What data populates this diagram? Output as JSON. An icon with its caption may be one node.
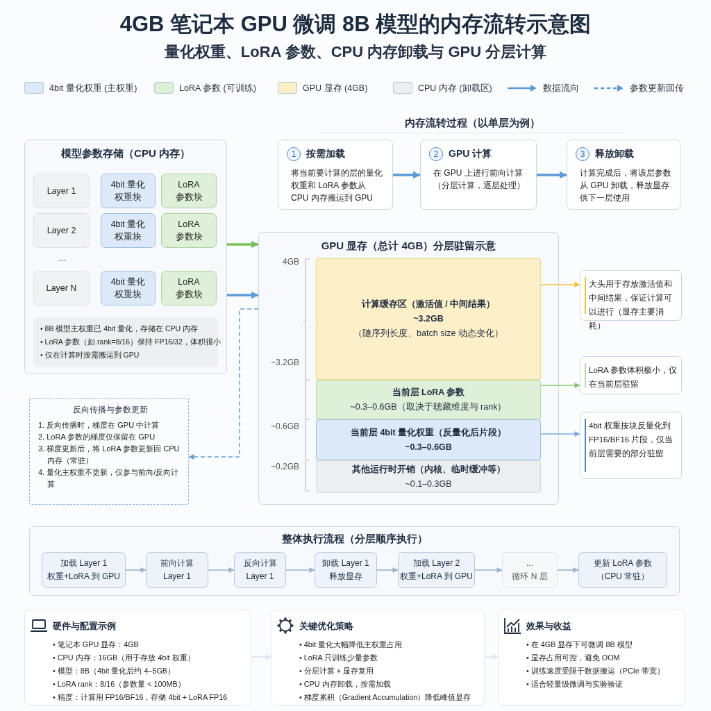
{
  "diagram": {
    "title": "4GB 笔记本 GPU 微调 8B 模型的内存流转示意图",
    "nodes": [
      {
        "text": [
          "模型参数存储（CPU 内存）"
        ]
      },
      {
        "text": [
          "Layer 1"
        ],
        "in": 0
      },
      {
        "text": [
          "4bit 量化权重块"
        ],
        "in": 0
      },
      {
        "text": [
          "LoRA 参数块"
        ],
        "in": 0
      },
      {
        "text": [
          "Layer 2"
        ],
        "in": 0
      },
      {
        "text": [
          "4bit 量化权重块"
        ],
        "in": 0
      },
      {
        "text": [
          "LoRA 参数块"
        ],
        "in": 0
      },
      {
        "text": [
          "Layer N"
        ],
        "in": 0
      },
      {
        "text": [
          "4bit 量化权重块"
        ],
        "in": 0
      },
      {
        "text": [
          "LoRA 参数块"
        ],
        "in": 0
      },
      {
        "text": [
          "• 8B 模型主权重已 4bit 量化，存储在 CPU 内存",
          "• LoRA 参数（如 rank=8/16）保持 FP16/32，体积很小",
          "• 仅在计算时按需搬运到 GPU"
        ],
        "in": 0
      },
      {
        "text": [
          "反向传播与参数更新",
          "1. 反向传播时，梯度在 GPU 中计算",
          "2. LoRA 参数的梯度仅保留在 GPU",
          "3. 梯度更新后，将 LoRA 参数更新回 CPU 内存（常驻）",
          "4. 量化主权重不更新，仅参与前向/反向计算"
        ]
      },
      {
        "text": [
          "1",
          "按需加载",
          "将当前要计算的层的量化权重和 LoRA 参数从 CPU 内存搬运到 GPU"
        ]
      },
      {
        "text": [
          "2",
          "GPU 计算",
          "在 GPU 上进行前向计算（分层计算，逐层处理）"
        ]
      },
      {
        "text": [
          "3",
          "释放卸载",
          "计算完成后，将该层参数从 GPU 卸载，释放显存供下一层使用"
        ]
      },
      {
        "text": [
          "GPU 显存（总计 4GB）分层驻留示意"
        ]
      },
      {
        "text": [
          "计算缓存区（激活值 / 中间结果）",
          "~3.2GB",
          "（随序列长度、batch size 动态变化）"
        ],
        "in": 15
      },
      {
        "text": [
          "当前层 LoRA 参数",
          "~0.3–0.6GB（取决于聴藏维度与 rank）"
        ],
        "in": 15
      },
      {
        "text": [
          "当前层 4bit 量化权重（反量化后片段）",
          "~0.3–0.6GB"
        ],
        "in": 15
      },
      {
        "text": [
          "其他运行时开销（内核、临时缓冲等）",
          "~0.1–0.3GB"
        ],
        "in": 15
      },
      {
        "text": [
          "大头用于存放激活值和中间结果，保证计算可以进行（显存主要消耗）"
        ]
      },
      {
        "text": [
          "LoRA 参数体积极小，仅在当前层驻留"
        ]
      },
      {
        "text": [
          "4bit 权重按块反量化到 FP16/BF16 片段，仅当前层需要的部分驻留"
        ]
      },
      {
        "text": [
          "整体执行流程（分层顺序执行）"
        ]
      },
      {
        "text": [
          "加载 Layer 1",
          "权重+LoRA 到 GPU"
        ],
        "in": 23
      },
      {
        "text": [
          "前向计算",
          "Layer 1"
        ],
        "in": 23
      },
      {
        "text": [
          "反向计算",
          "Layer 1"
        ],
        "in": 23
      },
      {
        "text": [
          "卸载 Layer 1",
          "释放显存"
        ],
        "in": 23
      },
      {
        "text": [
          "加载 Layer 2",
          "权重+LoRA 到 GPU"
        ],
        "in": 23
      },
      {
        "text": [
          "...",
          "循环 N 层"
        ],
        "in": 23
      },
      {
        "text": [
          "更新 LoRA 参数",
          "（CPU 常驻）"
        ],
        "in": 23
      },
      {
        "text": [
          "硬件与配置示例",
          "• 笔记本 GPU 显存：4GB",
          "• CPU 内存：16GB（用于存放 4bit 权重）",
          "• 模型：8B（4bit 量化后约 4–5GB）",
          "• LoRA rank：8/16（参数量 < 100MB）",
          "• 精度：计算用 FP16/BF16，存储 4bit + LoRA FP16"
        ]
      },
      {
        "text": [
          "关键优化策略",
          "• 4bit 量化大幅降低主权重占用",
          "• LoRA 只训练少量参数",
          "• 分层计算 + 显存复用",
          "• CPU 内存卸载，按需加载",
          "• 梯度累积（Gradient Accumulation）降低峰值显存"
        ]
      },
      {
        "text": [
          "效果与收益",
          "• 在 4GB 显存下可微调 8B 模型",
          "• 显存占用可控，避免 OOM",
          "• 训练速度受限于数据搬运（PCIe 带宽）",
          "• 适合轻量级微调与实验验证"
        ]
      }
    ],
    "edges": [
      {
        "from": 12,
        "to": 13,
        "arrow": "to",
        "style": "thick",
        "color": "#5b9bd5"
      },
      {
        "from": 13,
        "to": 14,
        "arrow": "to",
        "style": "thick",
        "color": "#5b9bd5"
      },
      {
        "from": 0,
        "to": 15,
        "arrow": "to",
        "style": "thick",
        "color": "#7cbf5f"
      },
      {
        "from": 0,
        "to": 15,
        "arrow": "to",
        "style": "thick",
        "color": "#5b9bd5"
      },
      {
        "from": 15,
        "to": 11,
        "arrow": "to",
        "style": "dashed",
        "color": "#6a9fd6"
      },
      {
        "from": 16,
        "to": 20,
        "arrow": "to",
        "color": "#f2c23c"
      },
      {
        "from": 17,
        "to": 21,
        "arrow": "to",
        "color": "#8cc474"
      },
      {
        "from": 18,
        "to": 22,
        "arrow": "to",
        "color": "#7aaad8"
      },
      {
        "from": 24,
        "to": 25,
        "arrow": "to"
      },
      {
        "from": 25,
        "to": 26,
        "arrow": "to"
      },
      {
        "from": 26,
        "to": 27,
        "arrow": "to"
      },
      {
        "from": 27,
        "to": 28,
        "arrow": "to"
      },
      {
        "from": 28,
        "to": 29,
        "arrow": "to"
      },
      {
        "from": 29,
        "to": 30,
        "arrow": "to"
      },
      {
        "from": 31,
        "to": 32,
        "arrow": "to",
        "color": "#dde5ee"
      },
      {
        "from": 32,
        "to": 33,
        "arrow": "to",
        "color": "#dde5ee"
      }
    ],
    "labels": [
      "量化权重、LoRA 参数、CPU 内存卸载与 GPU 分层计算",
      "内存流转过程（以单层为例）",
      "...",
      "4GB",
      "~3.2GB",
      "~0.6GB",
      "~0.2GB"
    ],
    "legend": [
      {
        "text": "4bit 量化权重 (主权重)",
        "color": "#dbe9f8"
      },
      {
        "text": "LoRA 参数 (可训练)",
        "color": "#dff0d8"
      },
      {
        "text": "GPU 显存 (4GB)",
        "color": "#fdf0c8"
      },
      {
        "text": "CPU 内存 (卸载区)",
        "color": "#eeeff1"
      },
      {
        "text": "数据流向"
      },
      {
        "text": "参数更新回传"
      }
    ]
  }
}
